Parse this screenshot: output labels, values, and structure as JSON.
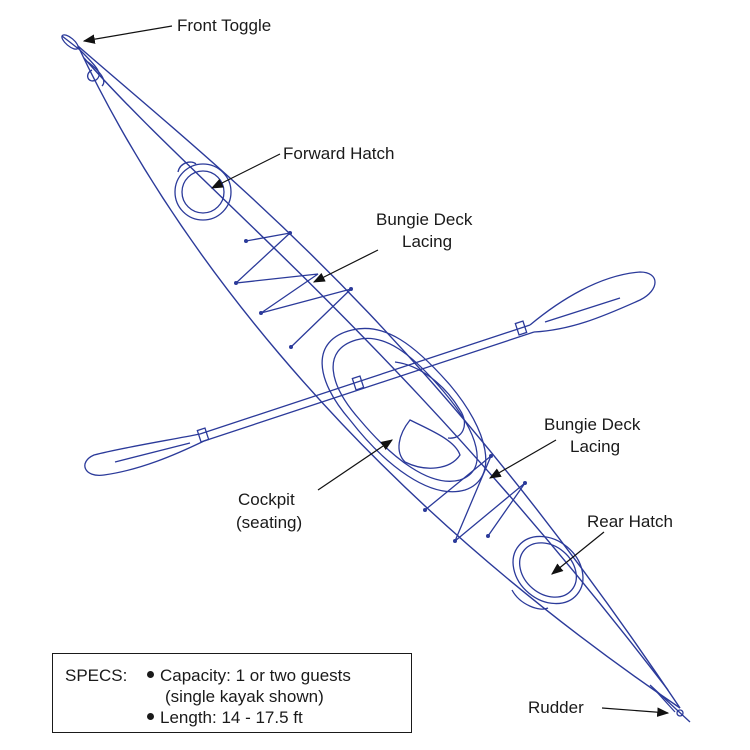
{
  "labels": {
    "front_toggle": "Front Toggle",
    "forward_hatch": "Forward Hatch",
    "bungie_top_line1": "Bungie Deck",
    "bungie_top_line2": "Lacing",
    "bungie_bottom_line1": "Bungie Deck",
    "bungie_bottom_line2": "Lacing",
    "cockpit_line1": "Cockpit",
    "cockpit_line2": "(seating)",
    "rear_hatch": "Rear Hatch",
    "rudder": "Rudder"
  },
  "specs": {
    "heading": "SPECS:",
    "capacity": "Capacity: 1 or two guests",
    "capacity_note": "(single kayak shown)",
    "length": "Length: 14 - 17.5 ft"
  },
  "colors": {
    "outline": "#2b3a9a",
    "text": "#1a1a1a",
    "background": "#ffffff"
  }
}
